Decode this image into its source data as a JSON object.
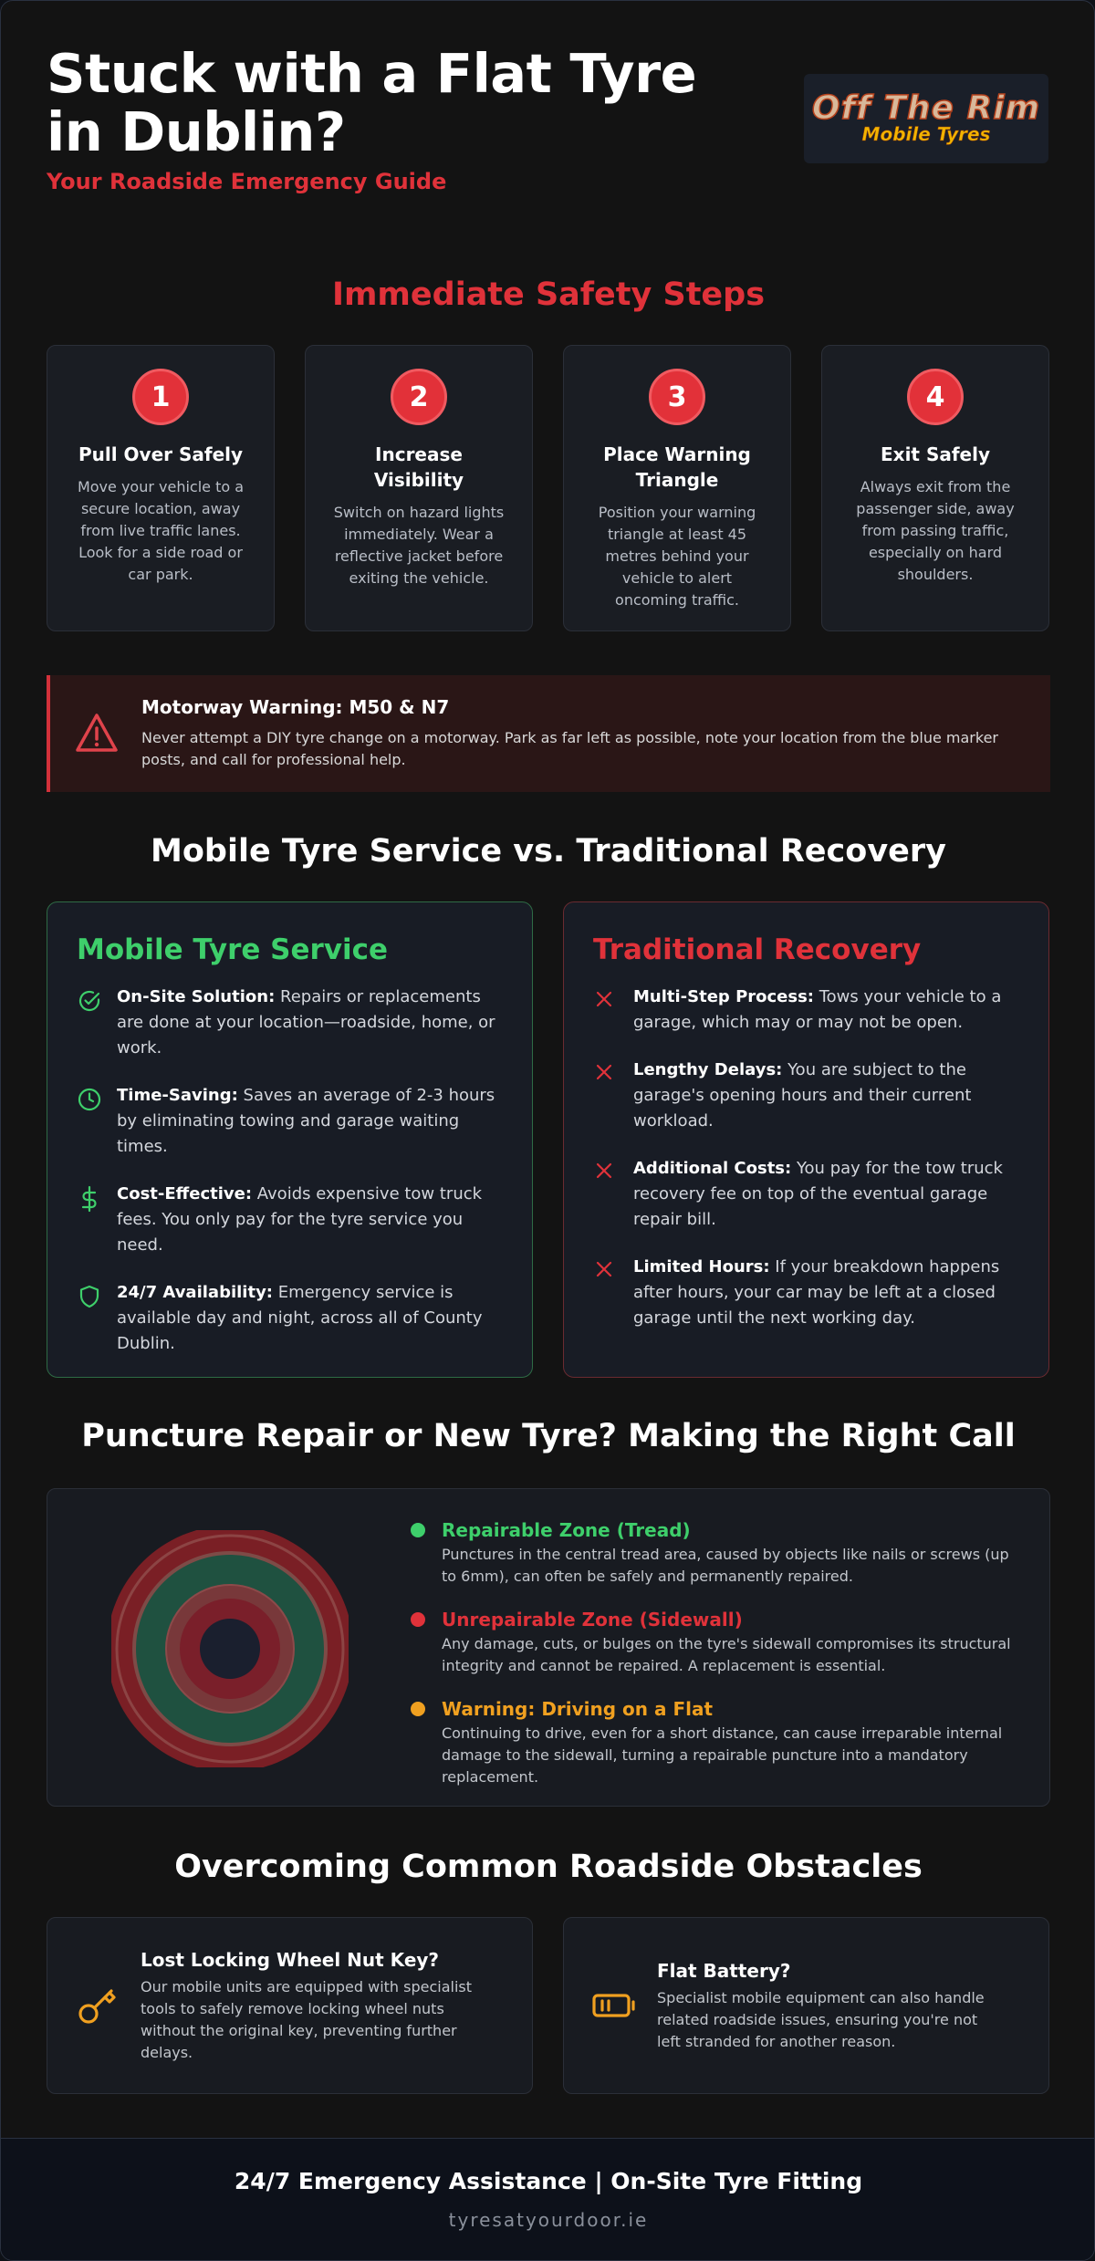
{
  "header": {
    "title": "Stuck with a Flat Tyre in Dublin?",
    "subtitle": "Your Roadside Emergency Guide",
    "logo_line1": "Off The Rim",
    "logo_line2": "Mobile Tyres"
  },
  "safety": {
    "title": "Immediate Safety Steps",
    "steps": [
      {
        "num": "1",
        "title": "Pull Over Safely",
        "desc": "Move your vehicle to a secure location, away from live traffic lanes. Look for a side road or car park."
      },
      {
        "num": "2",
        "title": "Increase Visibility",
        "desc": "Switch on hazard lights immediately. Wear a reflective jacket before exiting the vehicle."
      },
      {
        "num": "3",
        "title": "Place Warning Triangle",
        "desc": "Position your warning triangle at least 45 metres behind your vehicle to alert oncoming traffic."
      },
      {
        "num": "4",
        "title": "Exit Safely",
        "desc": "Always exit from the passenger side, away from passing traffic, especially on hard shoulders."
      }
    ]
  },
  "warning": {
    "icon": "warning-triangle-icon",
    "title": "Motorway Warning: M50 & N7",
    "desc": "Never attempt a DIY tyre change on a motorway. Park as far left as possible, note your location from the blue marker posts, and call for professional help."
  },
  "comparison": {
    "title": "Mobile Tyre Service vs. Traditional Recovery",
    "mobile": {
      "title": "Mobile Tyre Service",
      "color": "#3ecf6b",
      "items": [
        {
          "icon": "check-circle-icon",
          "label": "On-Site Solution:",
          "text": " Repairs or replacements are done at your location—roadside, home, or work."
        },
        {
          "icon": "clock-icon",
          "label": "Time-Saving:",
          "text": " Saves an average of 2-3 hours by eliminating towing and garage waiting times."
        },
        {
          "icon": "dollar-icon",
          "label": "Cost-Effective:",
          "text": " Avoids expensive tow truck fees. You only pay for the tyre service you need."
        },
        {
          "icon": "shield-icon",
          "label": "24/7 Availability:",
          "text": " Emergency service is available day and night, across all of County Dublin."
        }
      ]
    },
    "traditional": {
      "title": "Traditional Recovery",
      "color": "#e0323a",
      "items": [
        {
          "icon": "x-icon",
          "label": "Multi-Step Process:",
          "text": " Tows your vehicle to a garage, which may or may not be open."
        },
        {
          "icon": "x-icon",
          "label": "Lengthy Delays:",
          "text": " You are subject to the garage's opening hours and their current workload."
        },
        {
          "icon": "x-icon",
          "label": "Additional Costs:",
          "text": " You pay for the tow truck recovery fee on top of the eventual garage repair bill."
        },
        {
          "icon": "x-icon",
          "label": "Limited Hours:",
          "text": " If your breakdown happens after hours, your car may be left at a closed garage until the next working day."
        }
      ]
    }
  },
  "puncture": {
    "title": "Puncture Repair or New Tyre? Making the Right Call",
    "zones": [
      {
        "color": "#3ecf6b",
        "title": "Repairable Zone (Tread)",
        "desc": "Punctures in the central tread area, caused by objects like nails or screws (up to 6mm), can often be safely and permanently repaired."
      },
      {
        "color": "#e0323a",
        "title": "Unrepairable Zone (Sidewall)",
        "desc": "Any damage, cuts, or bulges on the tyre's sidewall compromises its structural integrity and cannot be repaired. A replacement is essential."
      },
      {
        "color": "#f0a020",
        "title": "Warning: Driving on a Flat",
        "desc": "Continuing to drive, even for a short distance, can cause irreparable internal damage to the sidewall, turning a repairable puncture into a mandatory replacement."
      }
    ]
  },
  "obstacles": {
    "title": "Overcoming Common Roadside Obstacles",
    "items": [
      {
        "icon": "key-icon",
        "title": "Lost Locking Wheel Nut Key?",
        "desc": "Our mobile units are equipped with specialist tools to safely remove locking wheel nuts without the original key, preventing further delays."
      },
      {
        "icon": "battery-icon",
        "title": "Flat Battery?",
        "desc": "Specialist mobile equipment can also handle related roadside issues, ensuring you're not left stranded for another reason."
      }
    ]
  },
  "footer": {
    "tagline": "24/7 Emergency Assistance | On-Site Tyre Fitting",
    "url": "tyresatyourdoor.ie"
  }
}
